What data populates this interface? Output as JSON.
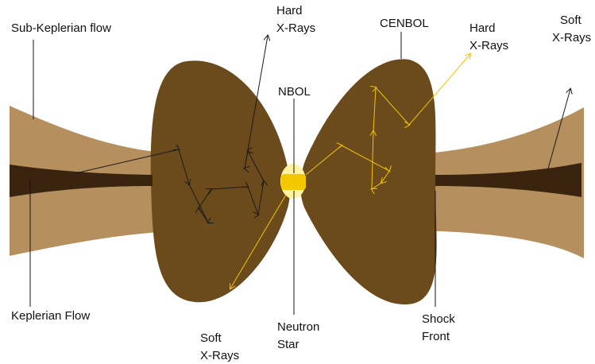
{
  "labels": {
    "sub_keplerian_flow": "Sub-Keplerian flow",
    "keplerian_flow": "Keplerian Flow",
    "hard_xrays_left_1": "Hard",
    "hard_xrays_left_2": "X-Rays",
    "hard_xrays_right_1": "Hard",
    "hard_xrays_right_2": "X-Rays",
    "cenbol": "CENBOL",
    "nbol": "NBOL",
    "soft_xrays_right_1": "Soft",
    "soft_xrays_right_2": "X-Rays",
    "soft_xrays_bottom_1": "Soft",
    "soft_xrays_bottom_2": "X-Rays",
    "neutron_star_1": "Neutron",
    "neutron_star_2": "Star",
    "shock_front_1": "Shock",
    "shock_front_2": "Front"
  },
  "colors": {
    "sub_keplerian": "#b5905e",
    "keplerian": "#3a2410",
    "cenbol": "#6b4a1c",
    "ray_dark": "#1a1a1a",
    "ray_yellow": "#f0c400",
    "star": "#f3c800",
    "star_halo": "#fff3a0"
  }
}
